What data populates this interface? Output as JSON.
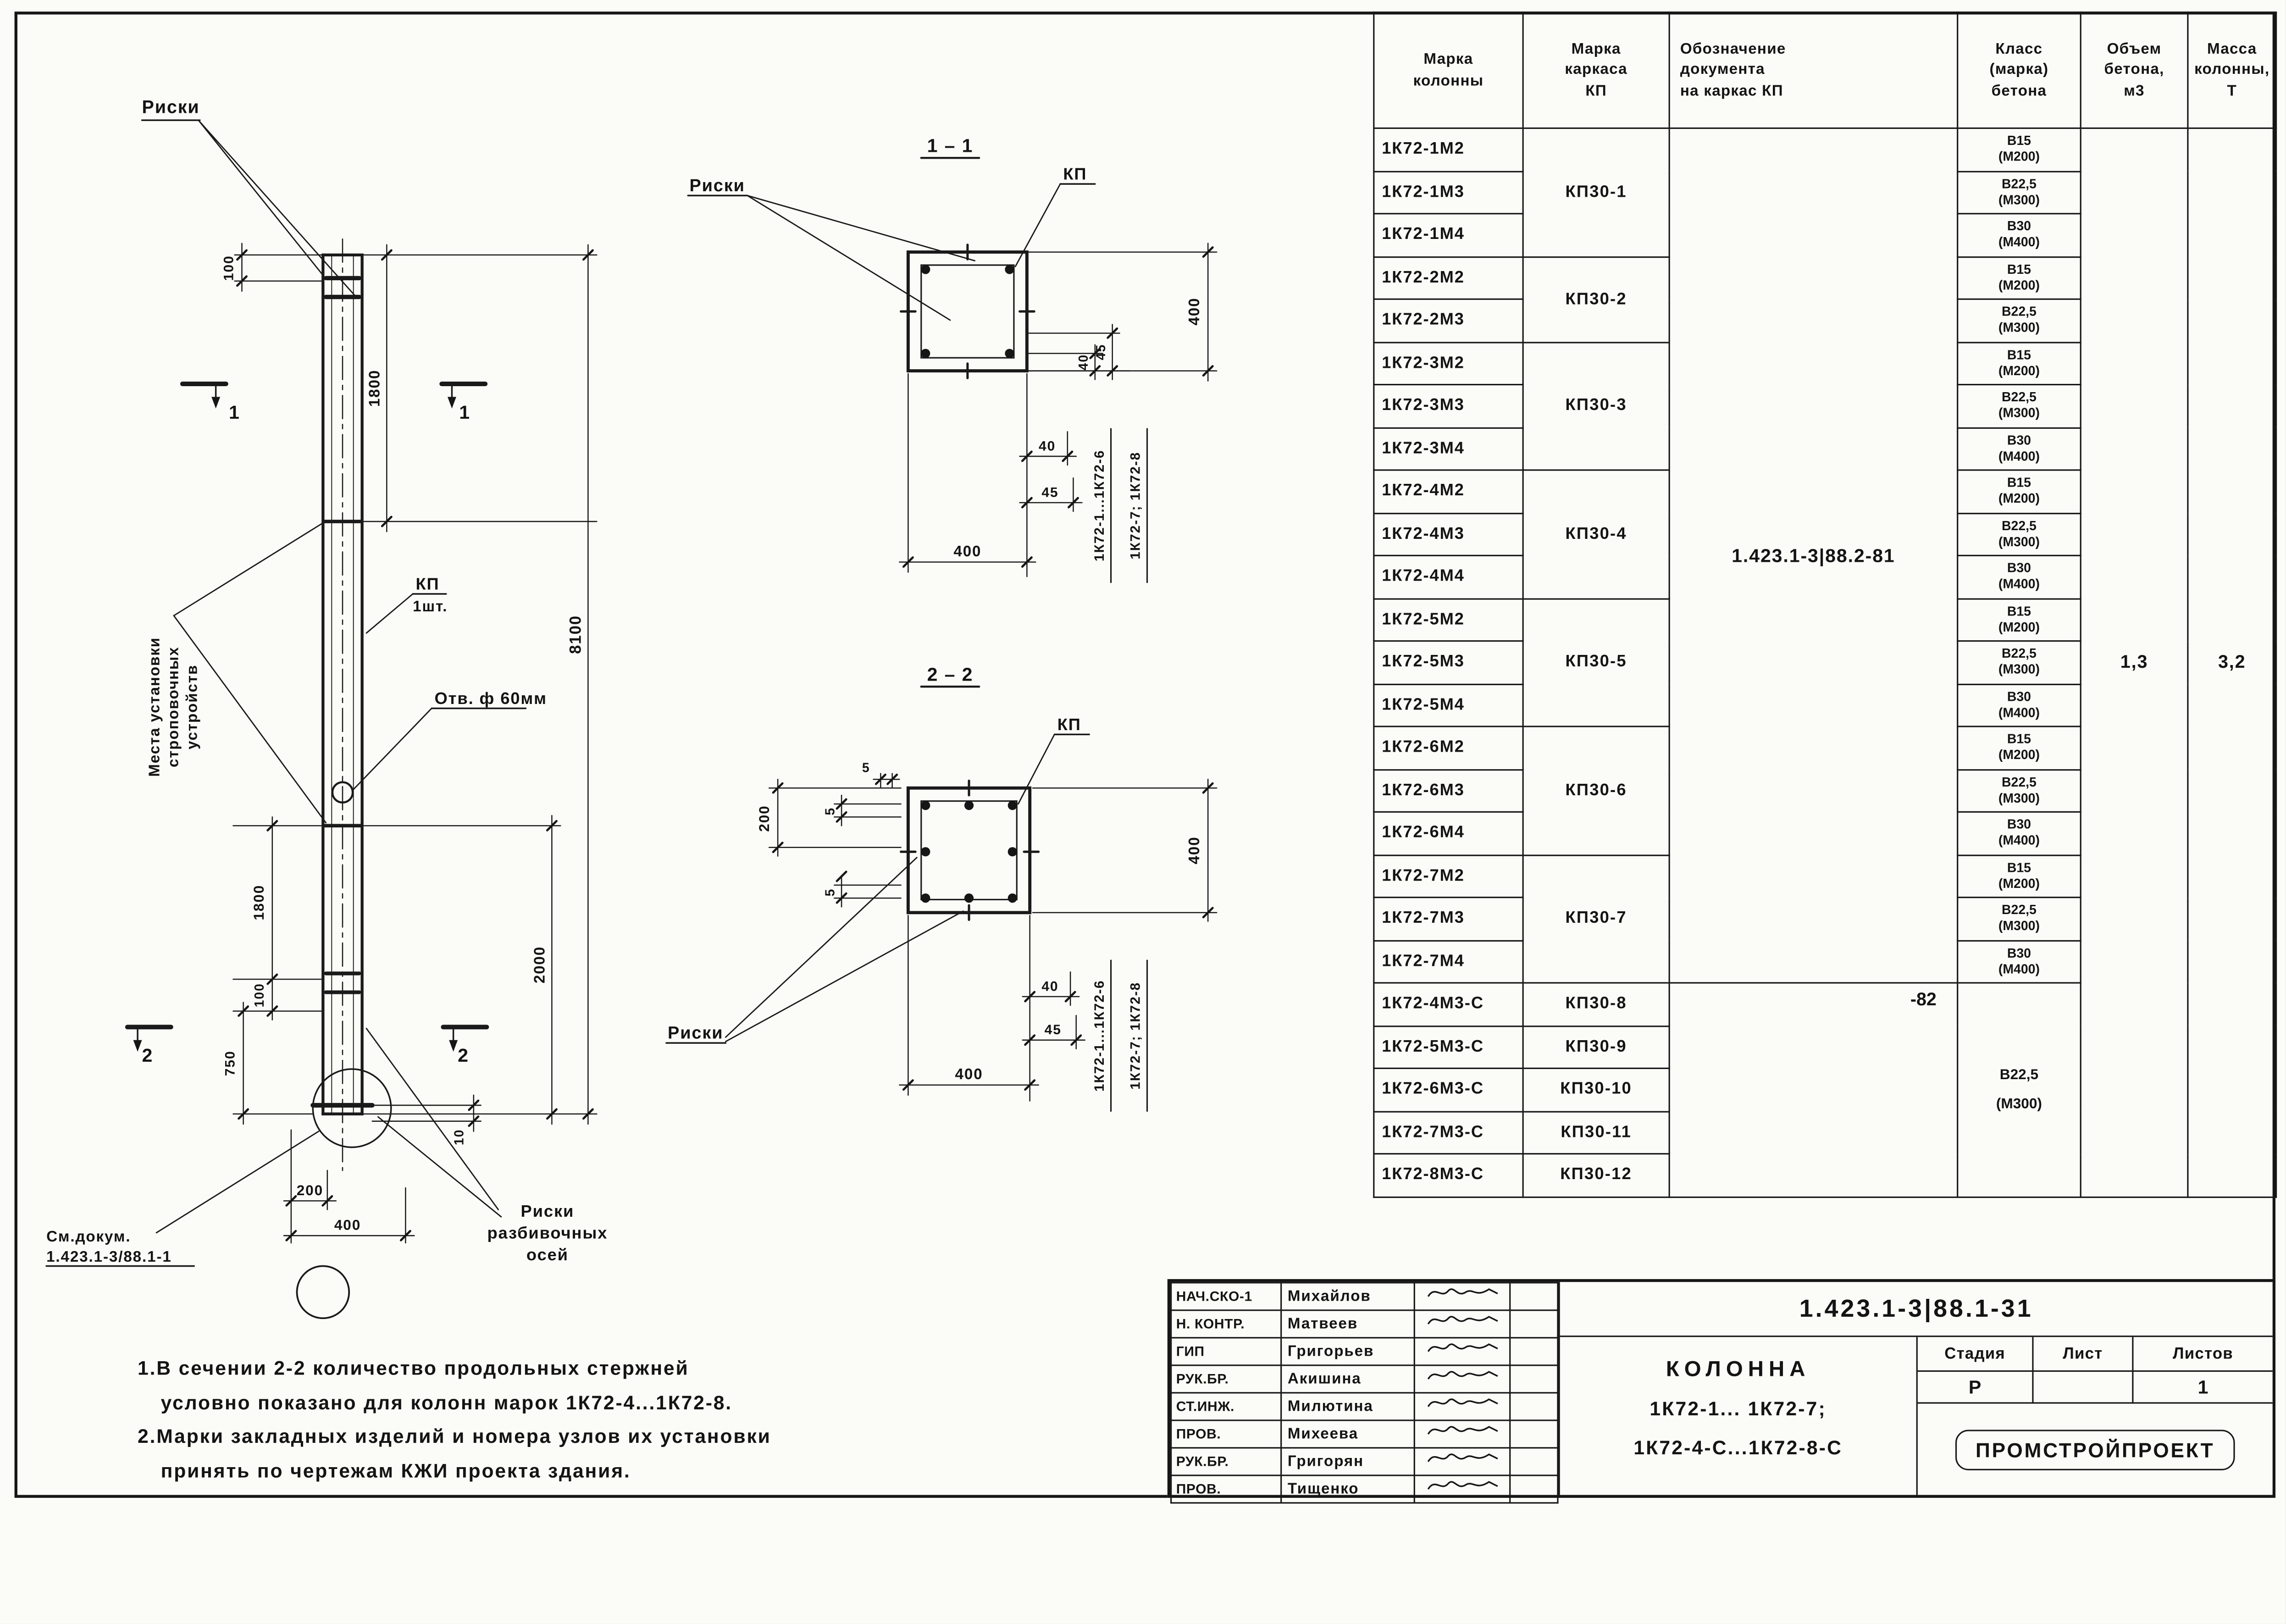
{
  "sheet": {
    "notes": [
      {
        "text": "1.В сечении 2-2 количество  продольных стержней",
        "indent": false
      },
      {
        "text": "условно показано для колонн марок 1К72-4...1К72-8.",
        "indent": true
      },
      {
        "text": "2.Марки закладных изделий и номера узлов их установки",
        "indent": false
      },
      {
        "text": "принять по чертежам КЖИ проекта  здания.",
        "indent": true
      }
    ]
  },
  "drawing": {
    "riski": "Риски",
    "section1_title": "1 – 1",
    "section2_title": "2 – 2",
    "kp": "КП",
    "kp_qty": "1шт.",
    "hole_label": "Отв. ф 60мм",
    "strop_lines": [
      "Места установки",
      "строповочных",
      "устройств"
    ],
    "see_doc": [
      "См.докум.",
      "1.423.1-3/88.1-1"
    ],
    "axis_risks": [
      "Риски",
      "разбивочных",
      "осей"
    ],
    "range_a": "1К72-1...1К72-6",
    "range_b": "1К72-7; 1К72-8",
    "sec_mark_1": "1",
    "sec_mark_2": "2",
    "dims": {
      "d5": "5",
      "d10": "10",
      "d40": "40",
      "d45": "45",
      "d100": "100",
      "d200": "200",
      "d400": "400",
      "d750": "750",
      "d1800": "1800",
      "d2000": "2000",
      "d8100": "8100"
    }
  },
  "table": {
    "headers": [
      [
        "Марка",
        "колонны"
      ],
      [
        "Марка",
        "каркаса",
        "КП"
      ],
      [
        "Обозначение",
        "документа",
        "на каркас КП"
      ],
      [
        "Класс",
        "(марка)",
        "бетона"
      ],
      [
        "Объем",
        "бетона,",
        "м3"
      ],
      [
        "Масса",
        "колонны,",
        "Т"
      ]
    ],
    "doc_ref": "1.423.1-3|88.2-81",
    "doc_ref_c": "-82",
    "volume": "1,3",
    "mass": "3,2",
    "concrete_c": [
      "В22,5",
      "(М300)"
    ],
    "groups": [
      {
        "frame": "КП30-1",
        "rows": [
          {
            "mark": "1К72-1М2",
            "concrete": [
              "В15",
              "(М200)"
            ]
          },
          {
            "mark": "1К72-1М3",
            "concrete": [
              "В22,5",
              "(М300)"
            ]
          },
          {
            "mark": "1К72-1М4",
            "concrete": [
              "В30",
              "(М400)"
            ]
          }
        ]
      },
      {
        "frame": "КП30-2",
        "rows": [
          {
            "mark": "1К72-2М2",
            "concrete": [
              "В15",
              "(М200)"
            ]
          },
          {
            "mark": "1К72-2М3",
            "concrete": [
              "В22,5",
              "(М300)"
            ]
          }
        ]
      },
      {
        "frame": "КП30-3",
        "rows": [
          {
            "mark": "1К72-3М2",
            "concrete": [
              "В15",
              "(М200)"
            ]
          },
          {
            "mark": "1К72-3М3",
            "concrete": [
              "В22,5",
              "(М300)"
            ]
          },
          {
            "mark": "1К72-3М4",
            "concrete": [
              "В30",
              "(М400)"
            ]
          }
        ]
      },
      {
        "frame": "КП30-4",
        "rows": [
          {
            "mark": "1К72-4М2",
            "concrete": [
              "В15",
              "(М200)"
            ]
          },
          {
            "mark": "1К72-4М3",
            "concrete": [
              "В22,5",
              "(М300)"
            ]
          },
          {
            "mark": "1К72-4М4",
            "concrete": [
              "В30",
              "(М400)"
            ]
          }
        ]
      },
      {
        "frame": "КП30-5",
        "rows": [
          {
            "mark": "1К72-5М2",
            "concrete": [
              "В15",
              "(М200)"
            ]
          },
          {
            "mark": "1К72-5М3",
            "concrete": [
              "В22,5",
              "(М300)"
            ]
          },
          {
            "mark": "1К72-5М4",
            "concrete": [
              "В30",
              "(М400)"
            ]
          }
        ]
      },
      {
        "frame": "КП30-6",
        "rows": [
          {
            "mark": "1К72-6М2",
            "concrete": [
              "В15",
              "(М200)"
            ]
          },
          {
            "mark": "1К72-6М3",
            "concrete": [
              "В22,5",
              "(М300)"
            ]
          },
          {
            "mark": "1К72-6М4",
            "concrete": [
              "В30",
              "(М400)"
            ]
          }
        ]
      },
      {
        "frame": "КП30-7",
        "rows": [
          {
            "mark": "1К72-7М2",
            "concrete": [
              "В15",
              "(М200)"
            ]
          },
          {
            "mark": "1К72-7М3",
            "concrete": [
              "В22,5",
              "(М300)"
            ]
          },
          {
            "mark": "1К72-7М4",
            "concrete": [
              "В30",
              "(М400)"
            ]
          }
        ]
      },
      {
        "frame": "КП30-8",
        "rows": [
          {
            "mark": "1К72-4М3-С"
          }
        ]
      },
      {
        "frame": "КП30-9",
        "rows": [
          {
            "mark": "1К72-5М3-С"
          }
        ]
      },
      {
        "frame": "КП30-10",
        "rows": [
          {
            "mark": "1К72-6М3-С"
          }
        ]
      },
      {
        "frame": "КП30-11",
        "rows": [
          {
            "mark": "1К72-7М3-С"
          }
        ]
      },
      {
        "frame": "КП30-12",
        "rows": [
          {
            "mark": "1К72-8М3-С"
          }
        ]
      }
    ]
  },
  "titleblock": {
    "signers": [
      {
        "role": "НАЧ.СКО-1",
        "name": "Михайлов"
      },
      {
        "role": "Н. КОНТР.",
        "name": "Матвеев"
      },
      {
        "role": "ГИП",
        "name": "Григорьев"
      },
      {
        "role": "РУК.БР.",
        "name": "Акишина"
      },
      {
        "role": "СТ.ИНЖ.",
        "name": "Милютина"
      },
      {
        "role": "ПРОВ.",
        "name": "Михеева"
      },
      {
        "role": "РУК.БР.",
        "name": "Григорян"
      },
      {
        "role": "ПРОВ.",
        "name": "Тищенко"
      }
    ],
    "doc_code": "1.423.1-3|88.1-31",
    "title_lines": [
      "КОЛОННА",
      "1К72-1... 1К72-7;",
      "1К72-4-С...1К72-8-С"
    ],
    "stage_label": "Стадия",
    "sheet_label": "Лист",
    "sheets_label": "Листов",
    "stage_value": "Р",
    "sheet_value": "",
    "sheets_value": "1",
    "org": "ПРОМСТРОЙПРОЕКТ"
  }
}
